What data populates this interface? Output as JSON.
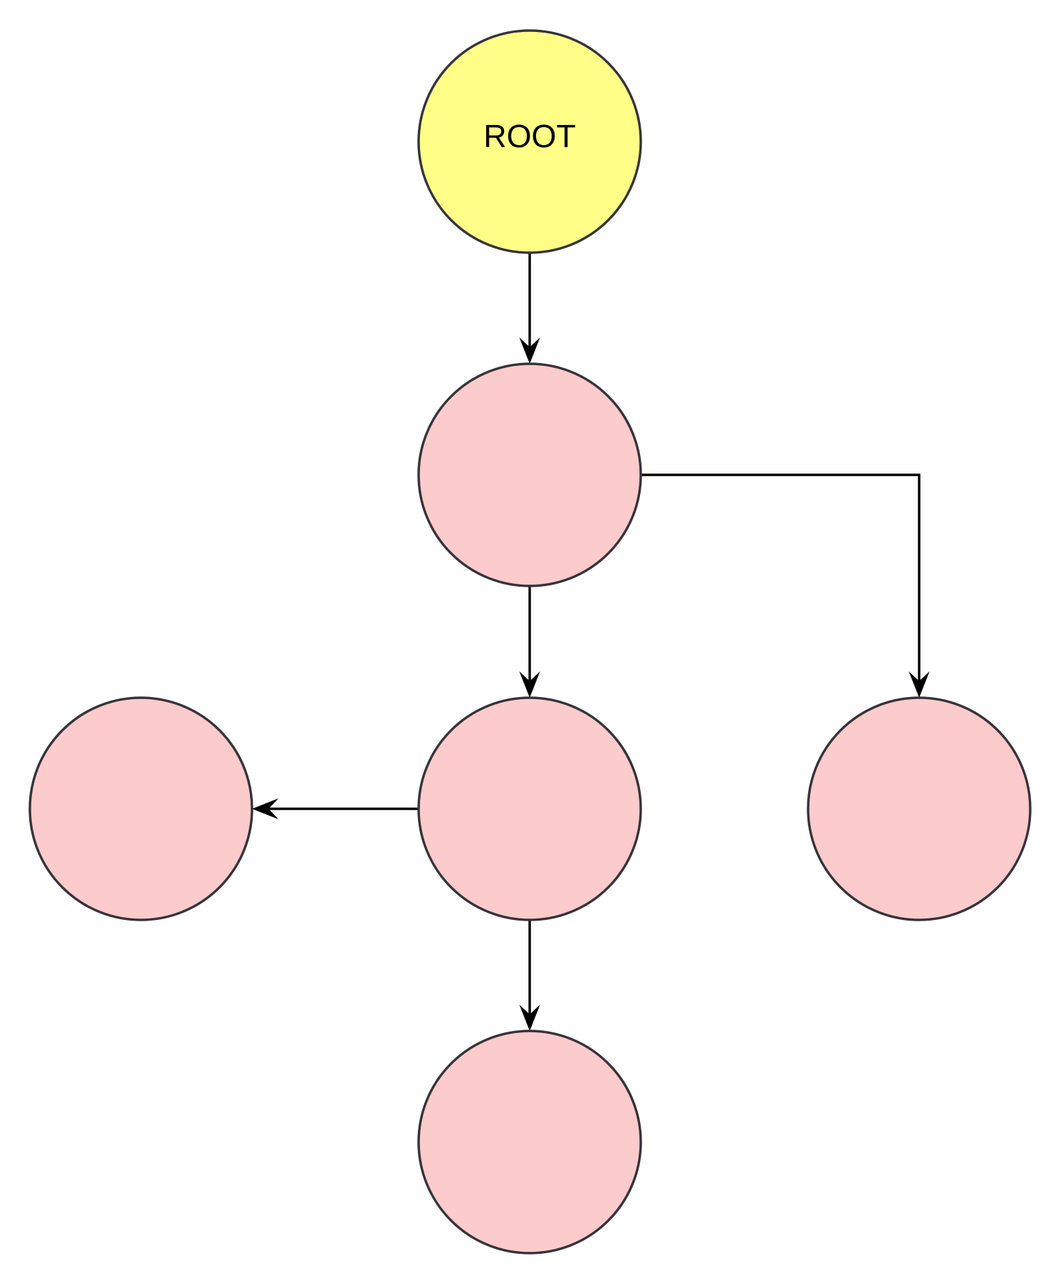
{
  "diagram": {
    "type": "tree",
    "nodes": [
      {
        "id": "root",
        "label": "ROOT",
        "fill": "#ffff88"
      },
      {
        "id": "n1",
        "label": "",
        "fill": "#fccbcb"
      },
      {
        "id": "n2",
        "label": "",
        "fill": "#fccbcb"
      },
      {
        "id": "n3",
        "label": "",
        "fill": "#fccbcb"
      },
      {
        "id": "n4",
        "label": "",
        "fill": "#fccbcb"
      },
      {
        "id": "n5",
        "label": "",
        "fill": "#fccbcb"
      }
    ],
    "edges": [
      {
        "from": "root",
        "to": "n1"
      },
      {
        "from": "n1",
        "to": "n2"
      },
      {
        "from": "n1",
        "to": "n3"
      },
      {
        "from": "n2",
        "to": "n4"
      },
      {
        "from": "n2",
        "to": "n5"
      }
    ],
    "colors": {
      "root_fill": "#ffff88",
      "node_fill": "#fccbcb",
      "node_stroke": "#36333a",
      "edge": "#000000"
    }
  }
}
